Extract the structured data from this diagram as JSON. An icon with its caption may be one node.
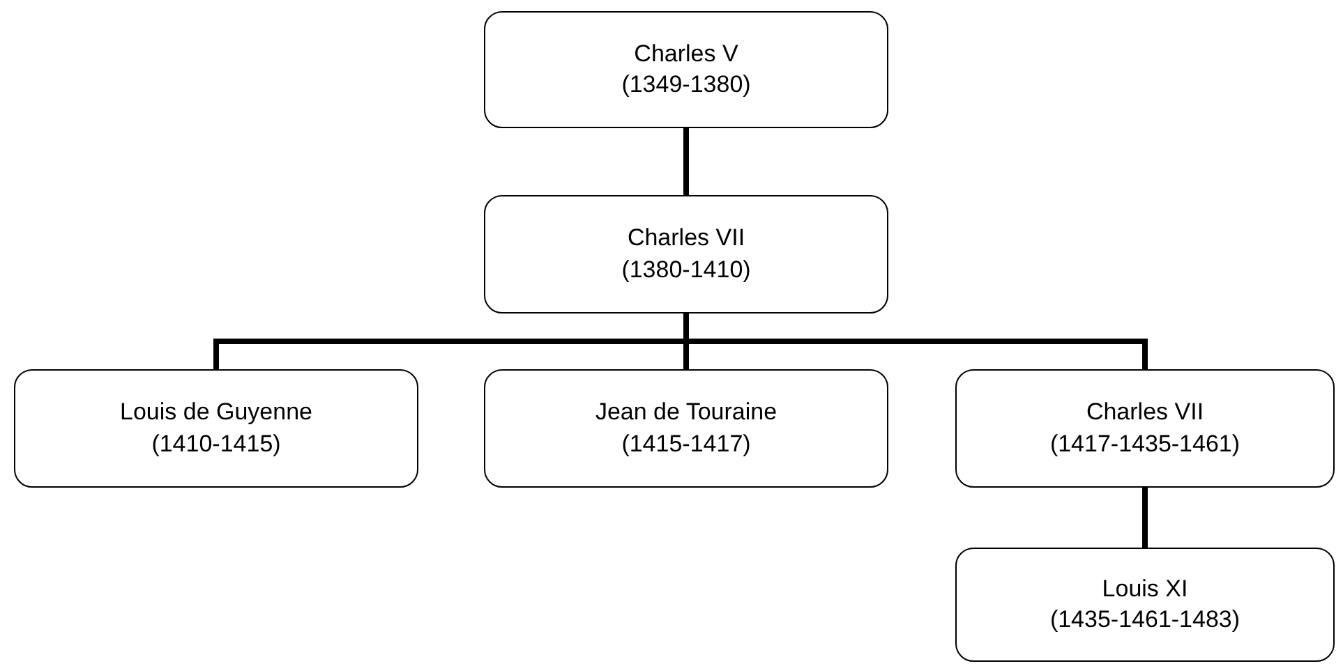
{
  "diagram": {
    "nodes": [
      {
        "text": [
          "Charles V",
          "(1349-1380)"
        ]
      },
      {
        "text": [
          "Charles VII",
          "(1380-1410)"
        ]
      },
      {
        "text": [
          "Louis de Guyenne",
          "(1410-1415)"
        ]
      },
      {
        "text": [
          "Jean de Touraine",
          "(1415-1417)"
        ]
      },
      {
        "text": [
          "Charles VII",
          "(1417-1435-1461)"
        ]
      },
      {
        "text": [
          "Louis XI",
          "(1435-1461-1483)"
        ]
      }
    ],
    "edges": [
      {
        "from": 0,
        "to": 1,
        "arrow": "none"
      },
      {
        "from": 1,
        "to": 2,
        "arrow": "none"
      },
      {
        "from": 1,
        "to": 3,
        "arrow": "none"
      },
      {
        "from": 1,
        "to": 4,
        "arrow": "none"
      },
      {
        "from": 4,
        "to": 5,
        "arrow": "none"
      }
    ]
  }
}
